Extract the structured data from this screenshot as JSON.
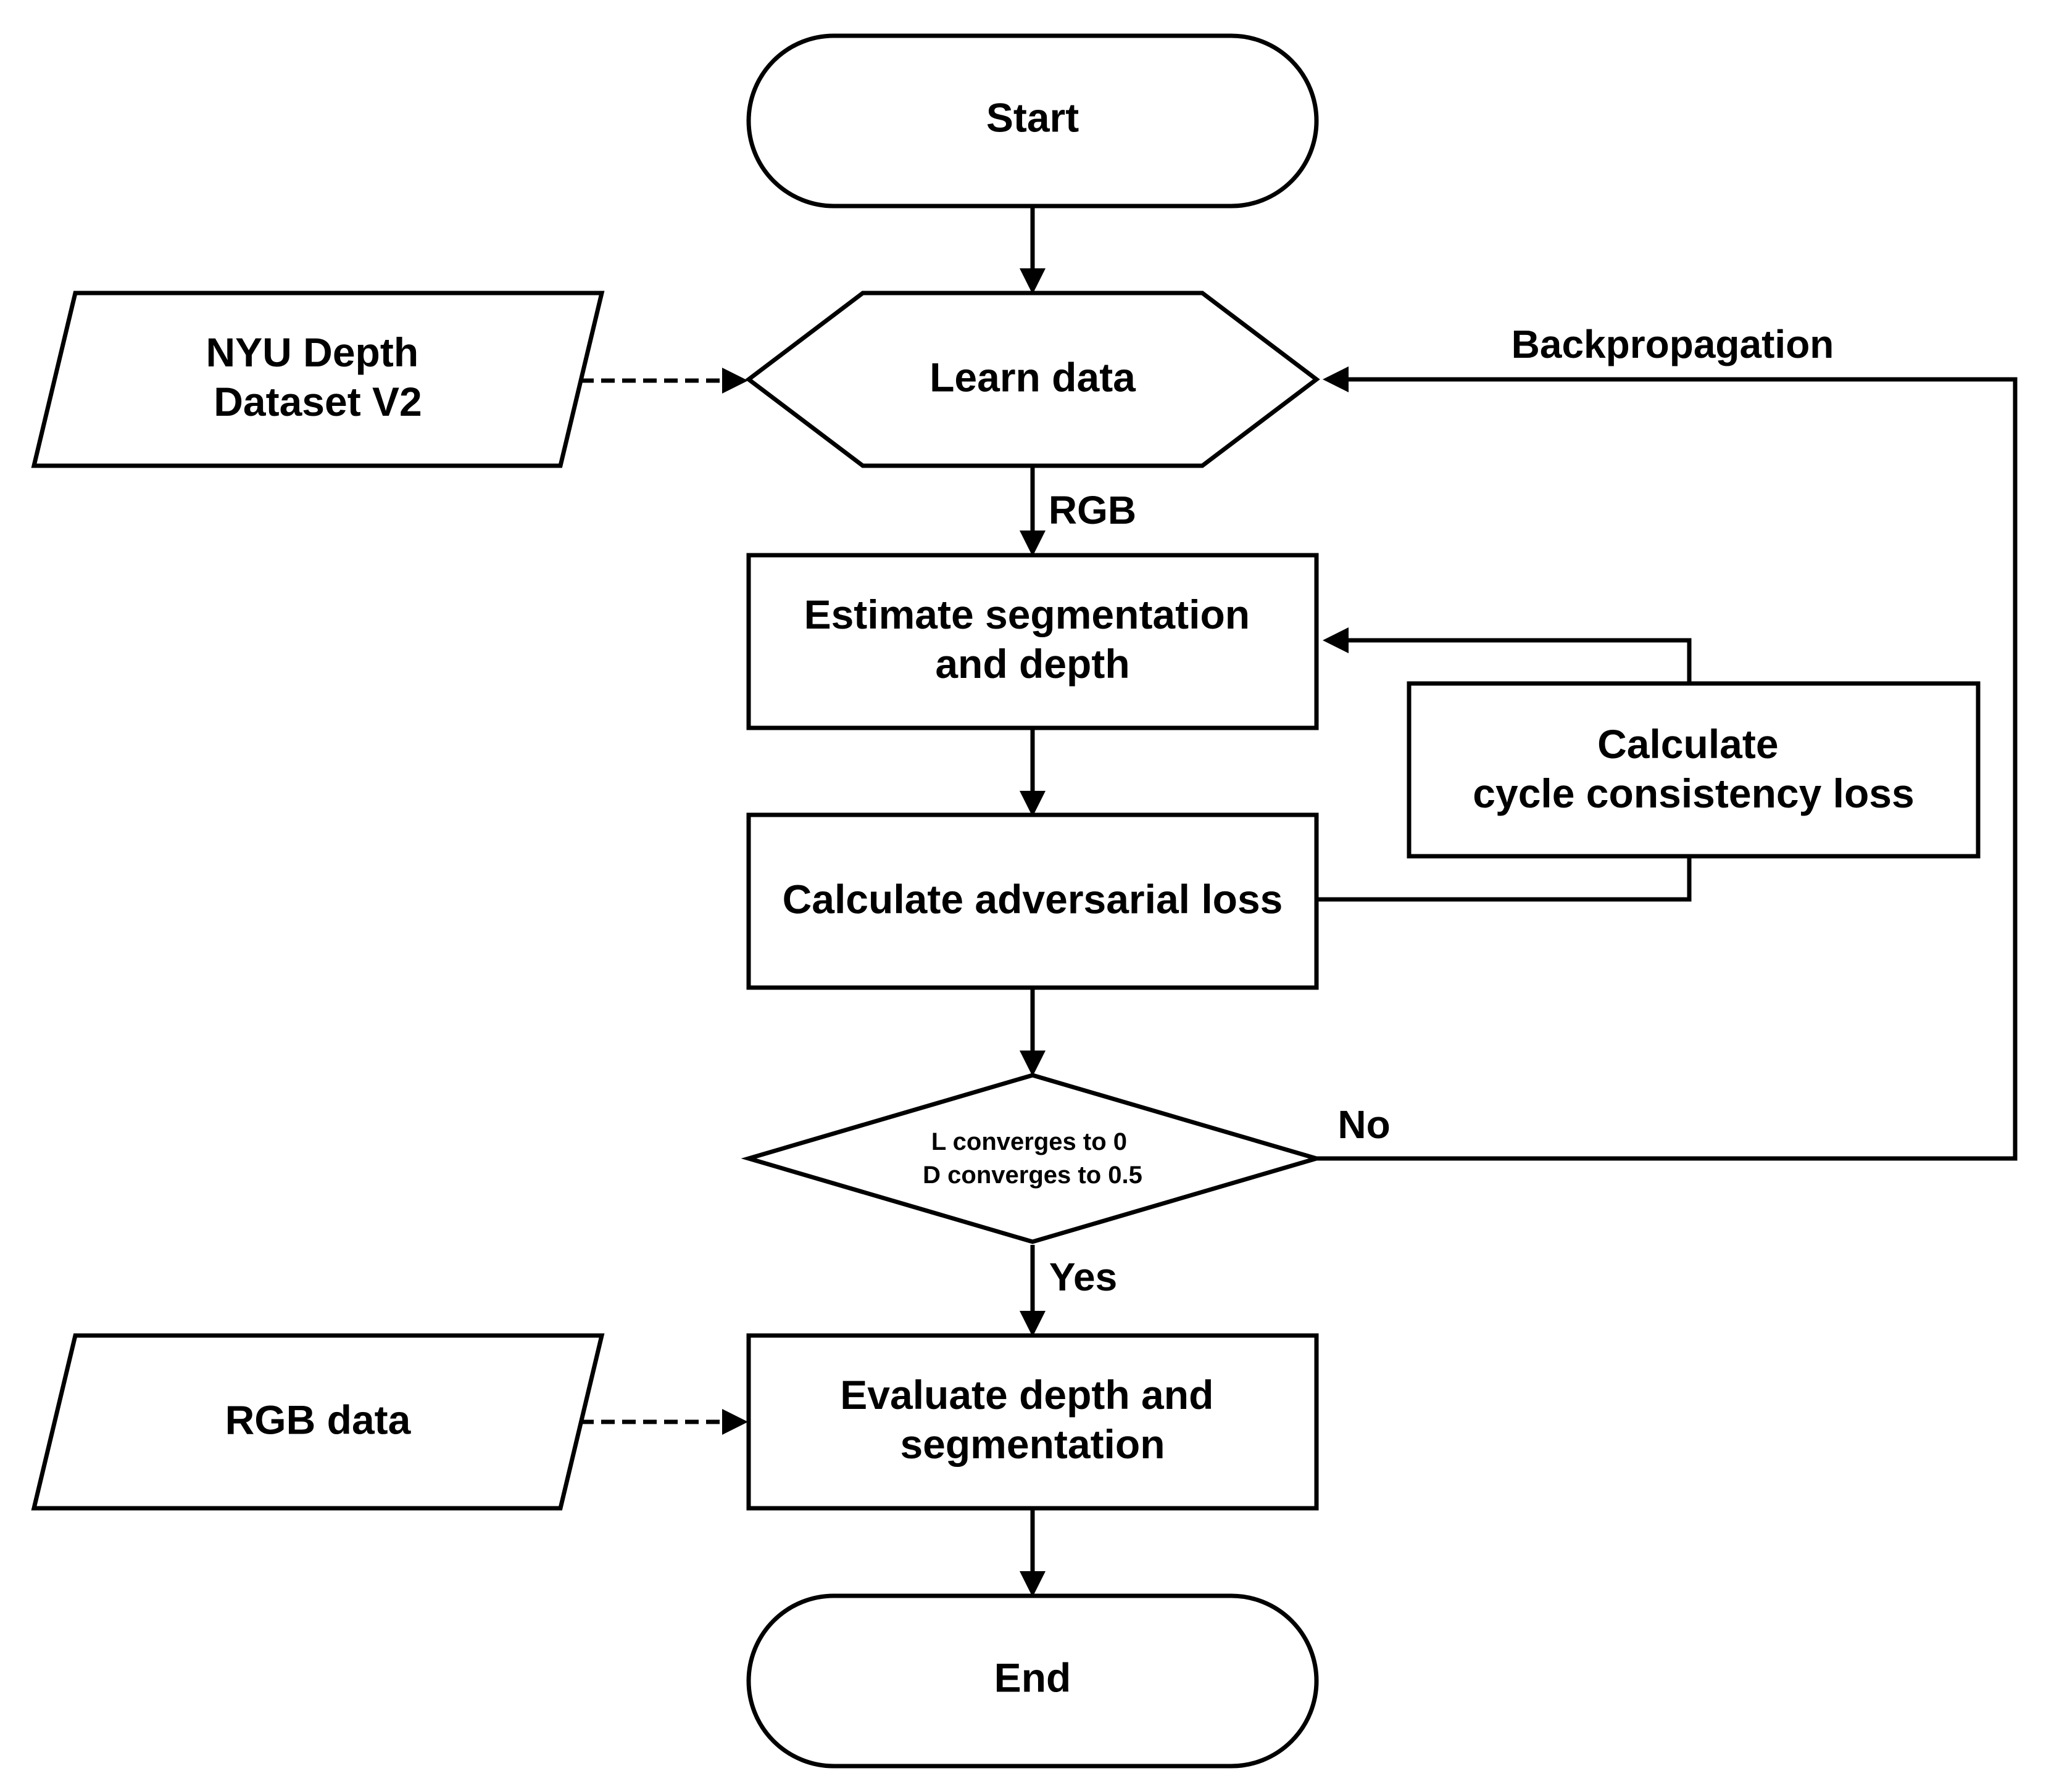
{
  "nodes": {
    "start": "Start",
    "learn_data": "Learn data",
    "nyu_dataset": [
      "NYU Depth",
      "Dataset V2"
    ],
    "estimate": [
      "Estimate segmentation",
      "and depth"
    ],
    "cycle_loss": [
      "Calculate",
      "cycle consistency loss"
    ],
    "adversarial_loss": "Calculate adversarial loss",
    "decision": [
      "L converges to 0",
      "D converges to 0.5"
    ],
    "evaluate": [
      "Evaluate depth and",
      "segmentation"
    ],
    "rgb_data": "RGB data",
    "end": "End"
  },
  "edge_labels": {
    "rgb": "RGB",
    "backpropagation": "Backpropagation",
    "no": "No",
    "yes": "Yes"
  }
}
